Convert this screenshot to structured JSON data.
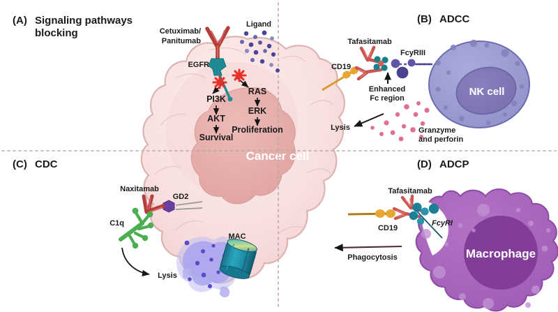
{
  "figure": {
    "background": "#ffffff",
    "divider_color": "#b9a8a5",
    "center_label": "Cancer cell"
  },
  "panels": [
    {
      "id": "A",
      "tag": "(A)",
      "title_line1": "Signaling pathways",
      "title_line2": "blocking",
      "labels": {
        "antibody": "Cetuximab/\nPanitumab",
        "antibody_line1": "Cetuximab/",
        "antibody_line2": "Panitumab",
        "receptor": "EGFR",
        "ligand": "Ligand",
        "node_pi3k": "PI3K",
        "node_akt": "AKT",
        "node_survival": "Survival",
        "node_ras": "RAS",
        "node_erk": "ERK",
        "node_prolif": "Proliferation"
      },
      "colors": {
        "antibody": "#c0433f",
        "receptor": "#1f8f96",
        "ligand": "#4f4a9b",
        "block_mark": "#e8312a"
      }
    },
    {
      "id": "B",
      "tag": "(B)",
      "title_line1": "ADCC",
      "title_line2": "",
      "labels": {
        "antibody": "Tafasitamab",
        "antigen": "CD19",
        "receptor": "FcyRIII",
        "fc_line1": "Enhanced",
        "fc_line2": "Fc region",
        "outcome": "Lysis",
        "effector_cell": "NK cell",
        "granule_line1": "Granzyme",
        "granule_line2": "and perforin"
      },
      "colors": {
        "antibody": "#d4605c",
        "antigen": "#e8a732",
        "fc_dot": "#17828c",
        "receptor": "#5c55a8",
        "cell_body": "#9a9bcf",
        "cell_nucleus": "#7d75b5",
        "granzyme": "#e0708f"
      }
    },
    {
      "id": "C",
      "tag": "(C)",
      "title_line1": "CDC",
      "title_line2": "",
      "labels": {
        "antibody": "Naxitamab",
        "antigen": "GD2",
        "complement": "C1q",
        "pore": "MAC",
        "outcome": "Lysis"
      },
      "colors": {
        "antibody": "#c0433f",
        "antigen": "#6b3fa0",
        "complement": "#4cae50",
        "pore": "#1d8fa8",
        "leak": "#8f8aea"
      }
    },
    {
      "id": "D",
      "tag": "(D)",
      "title_line1": "ADCP",
      "title_line2": "",
      "labels": {
        "antibody": "Tafasitamab",
        "antigen": "CD19",
        "receptor": "FcyRI",
        "outcome": "Phagocytosis",
        "effector_cell": "Macrophage"
      },
      "colors": {
        "antibody": "#d4605c",
        "antigen": "#e8a732",
        "receptor": "#1d7f96",
        "cell_body": "#a863bd",
        "cell_nucleus": "#7e3b96"
      }
    }
  ],
  "cancer_cell": {
    "label": "Cancer cell",
    "membrane_color": "#f7dedd",
    "edge_color": "#ddb3b1",
    "nucleus_color": "#e7b0ad"
  }
}
